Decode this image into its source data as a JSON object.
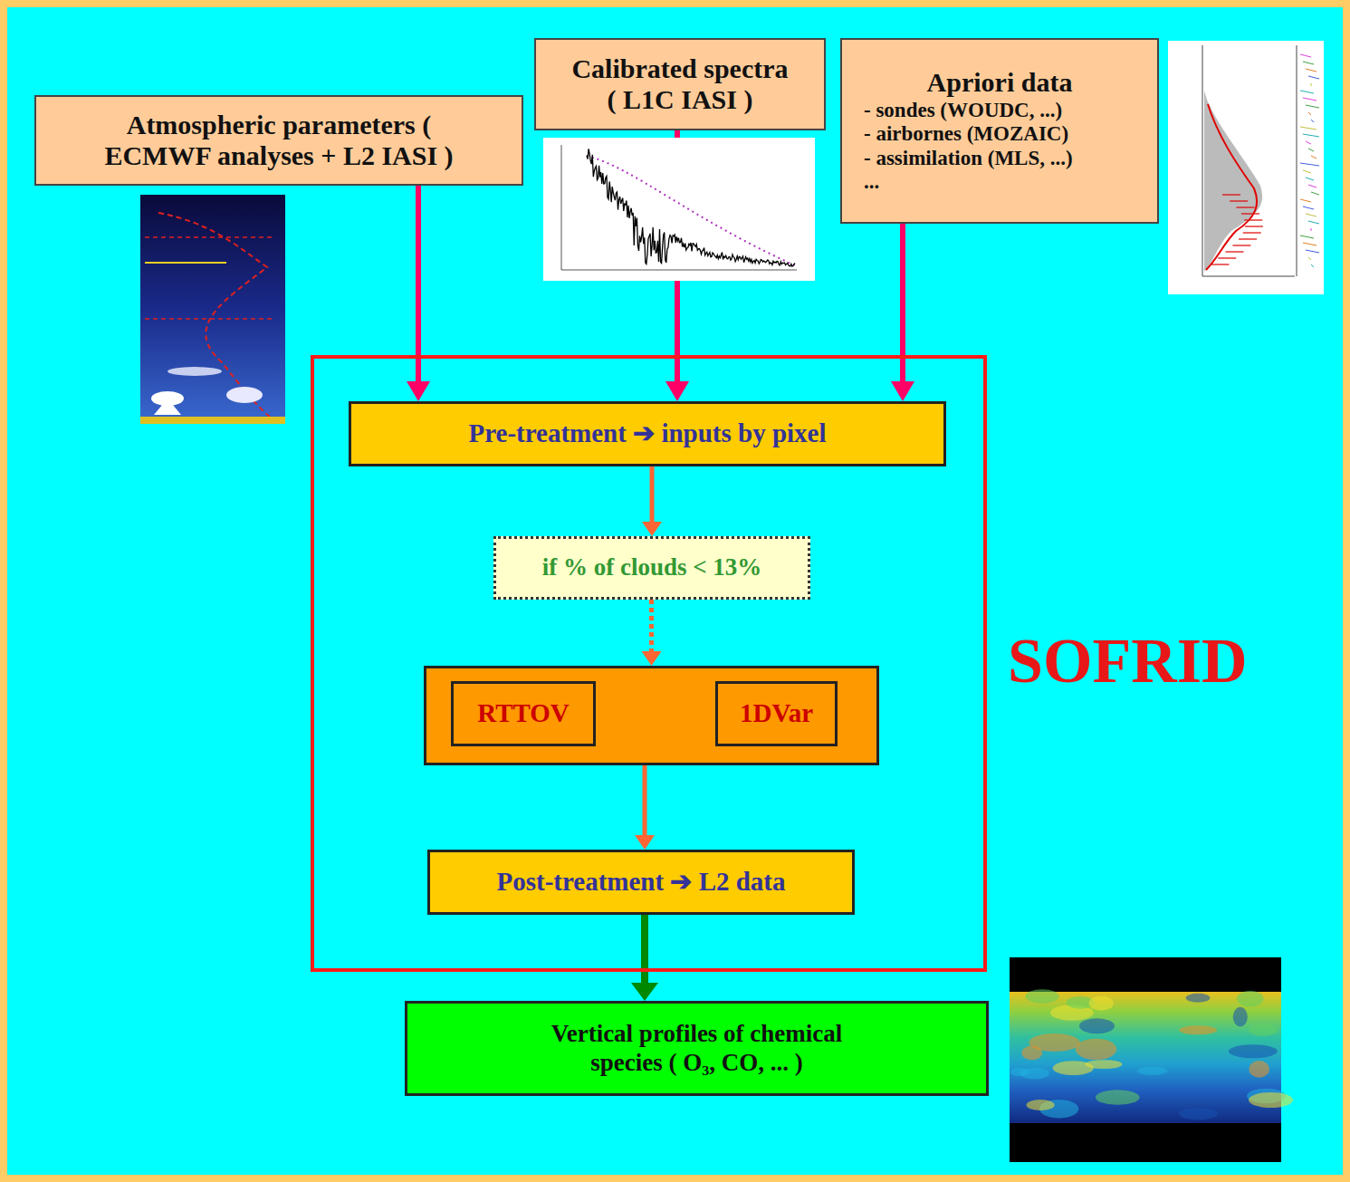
{
  "diagram": {
    "nodes": [
      {
        "text": [
          "Atmospheric parameters ( ECMWF analyses + L2 IASI )"
        ]
      },
      {
        "text": [
          "Calibrated spectra ( L1C IASI )"
        ]
      },
      {
        "text": [
          "Apriori data",
          "- sondes (WOUDC, ...)",
          "- airbornes (MOZAIC)",
          "- assimilation (MLS, ...)",
          "..."
        ]
      },
      {
        "text": [
          "SOFRID"
        ]
      },
      {
        "text": [
          "Pre-treatment ➔ inputs by pixel"
        ],
        "in": 3
      },
      {
        "text": [
          "if % of clouds < 13%"
        ],
        "in": 3
      },
      {
        "text": [],
        "in": 3
      },
      {
        "text": [
          "RTTOV"
        ],
        "in": 6
      },
      {
        "text": [
          "1DVar"
        ],
        "in": 6
      },
      {
        "text": [
          "Post-treatment ➔ L2 data"
        ],
        "in": 3
      },
      {
        "text": [
          "Vertical profiles of chemical species ( O₃, CO, ... )"
        ]
      }
    ],
    "edges": [
      {
        "from": 0,
        "to": 4,
        "arrow": "to"
      },
      {
        "from": 1,
        "to": 4,
        "arrow": "to"
      },
      {
        "from": 2,
        "to": 4,
        "arrow": "to"
      },
      {
        "from": 4,
        "to": 5,
        "arrow": "to"
      },
      {
        "from": 5,
        "to": 6,
        "arrow": "to"
      },
      {
        "from": 7,
        "to": 8,
        "arrow": "both"
      },
      {
        "from": 6,
        "to": 9,
        "arrow": "to"
      },
      {
        "from": 9,
        "to": 10,
        "arrow": "to"
      }
    ]
  }
}
